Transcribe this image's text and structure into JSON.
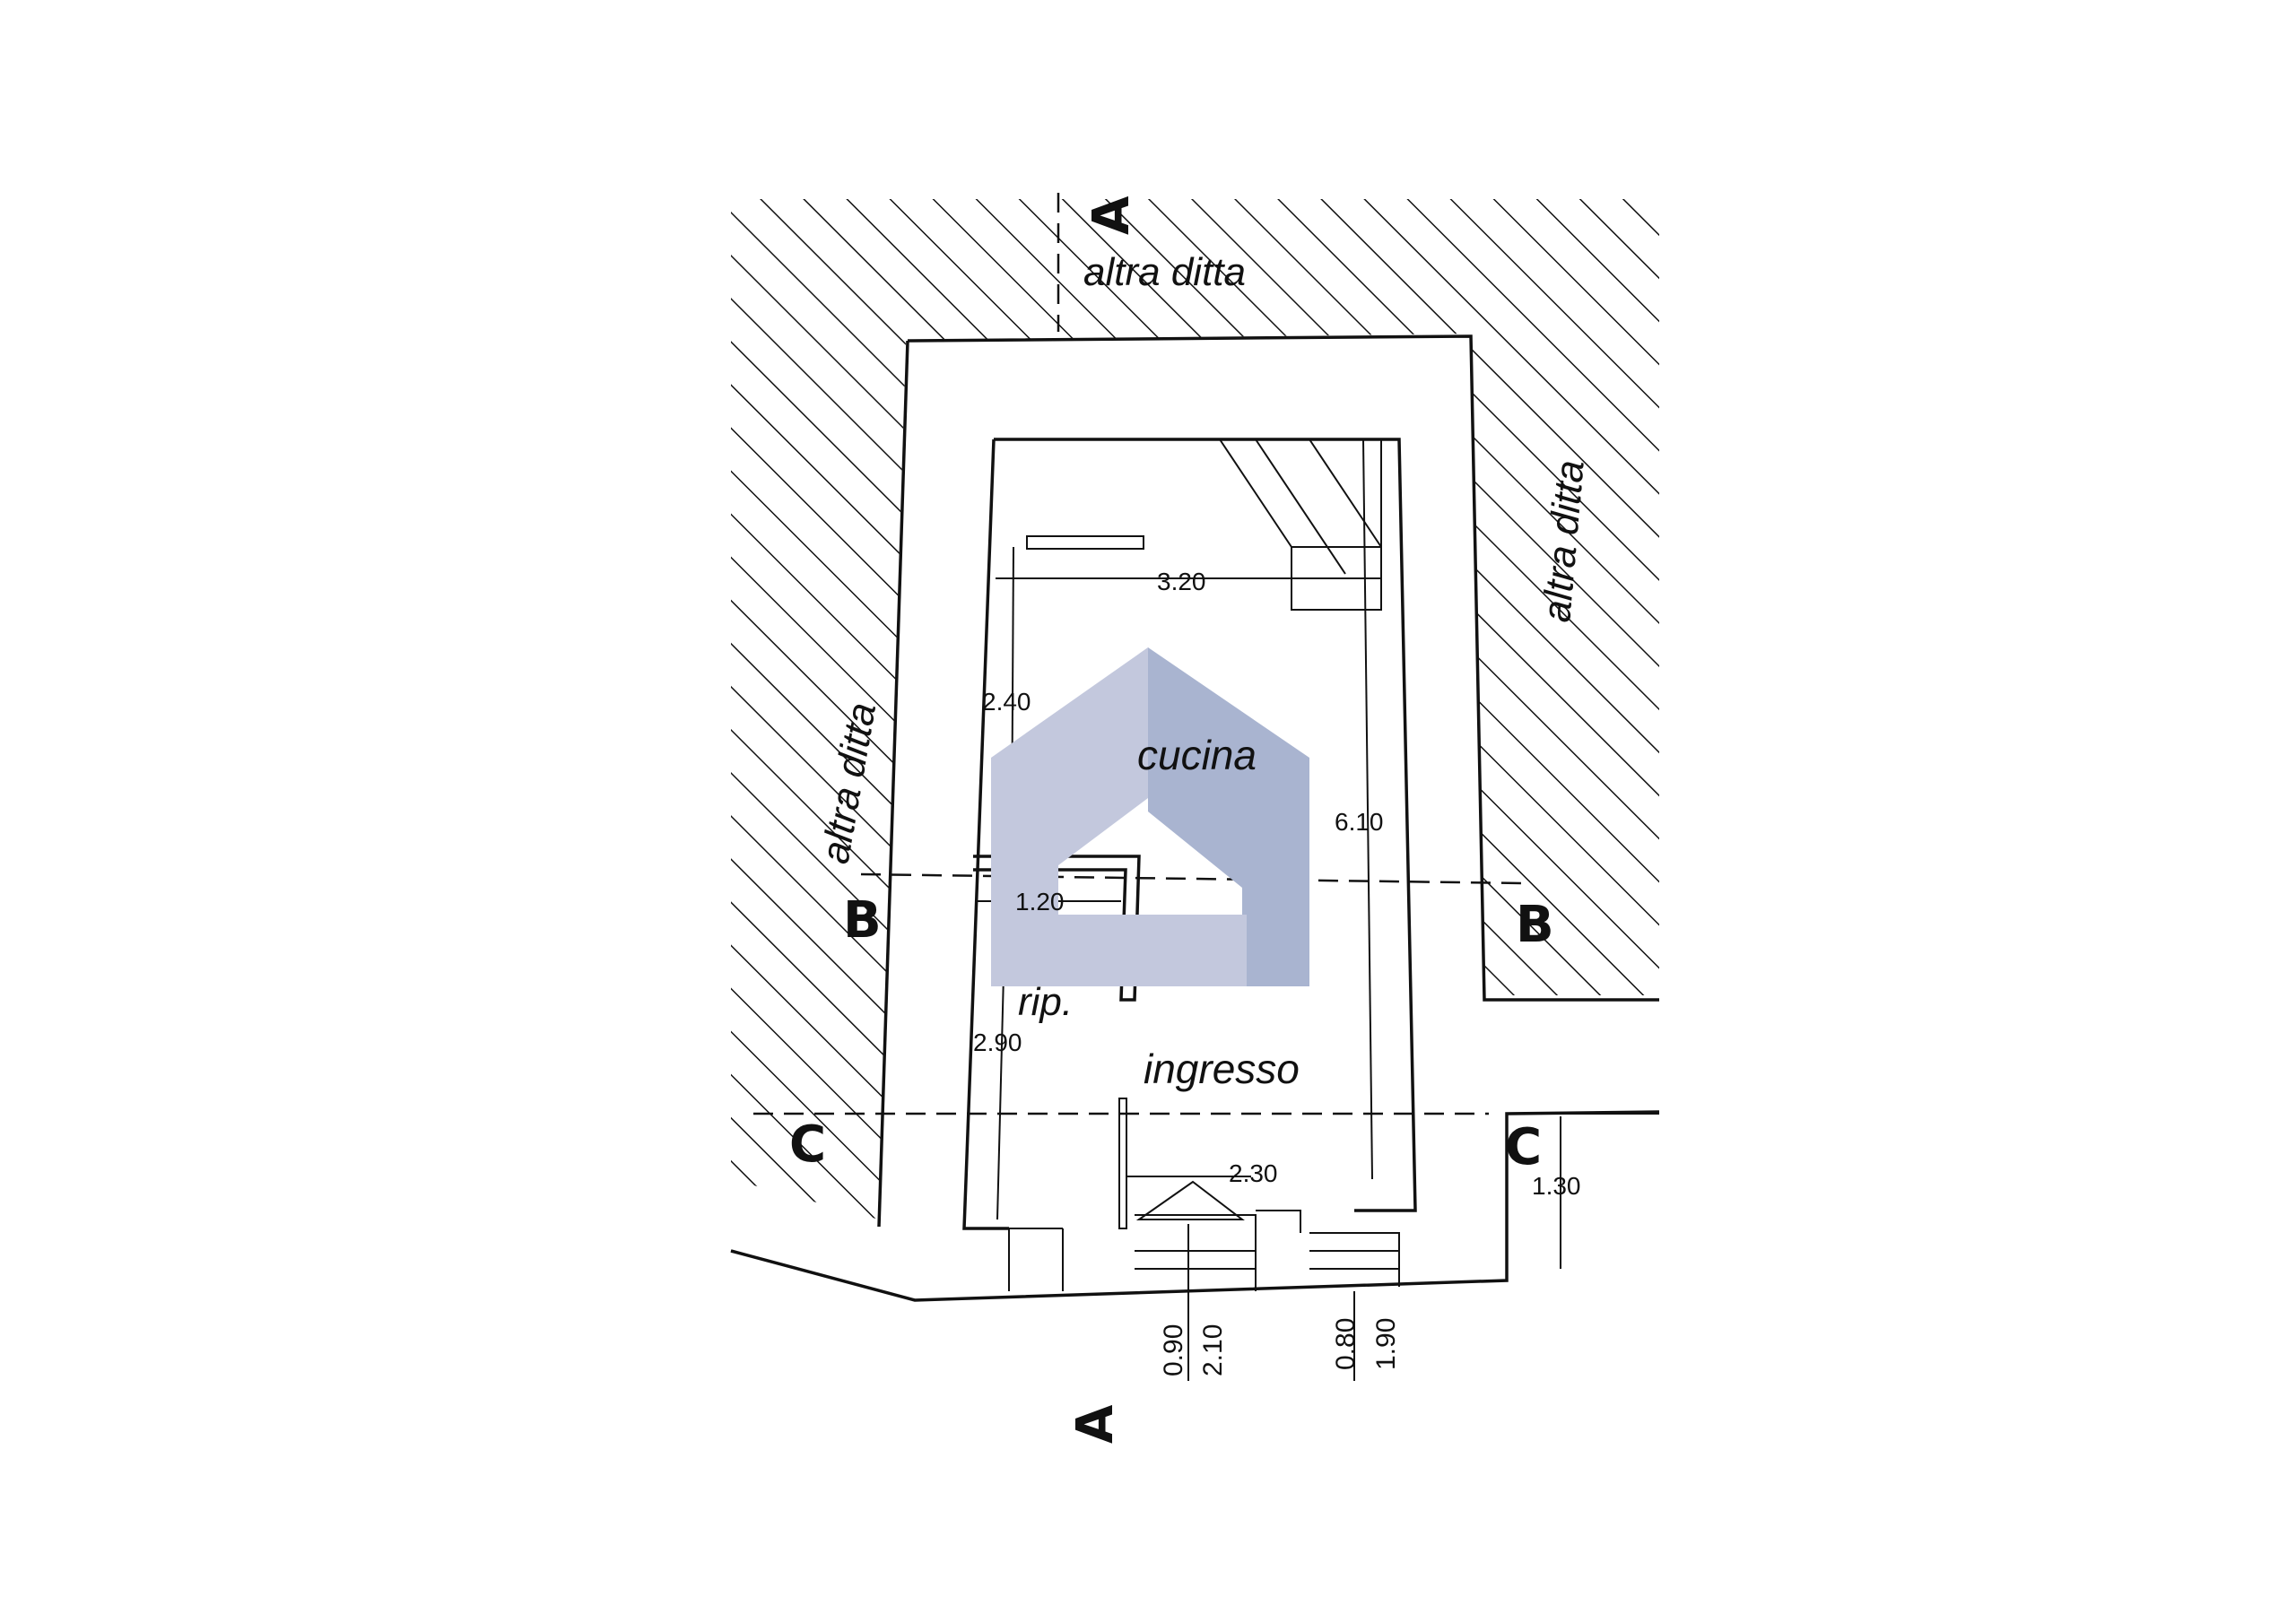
{
  "labels": {
    "neighbor_top": "altra ditta",
    "neighbor_left": "altra ditta",
    "neighbor_right": "altra ditta",
    "room_kitchen": "cucina",
    "room_storage": "rip.",
    "room_entrance": "ingresso"
  },
  "dimensions": {
    "width_kitchen": "3.20",
    "depth_left_upper": "2.40",
    "depth_total": "6.10",
    "width_storage": "1.20",
    "depth_left_lower": "2.90",
    "width_entrance": "2.30",
    "step_right": "1.30",
    "door_left_a": "0.90",
    "door_left_b": "2.10",
    "door_right_a": "0.80",
    "door_right_b": "1.90"
  },
  "sections": {
    "a_top": "A",
    "a_bottom": "A",
    "b_left": "B",
    "b_right": "B",
    "c_left": "C",
    "c_right": "C"
  },
  "colors": {
    "line": "#111111",
    "watermark_light": "#c3c8dd",
    "watermark_dark": "#a9b4d0"
  }
}
